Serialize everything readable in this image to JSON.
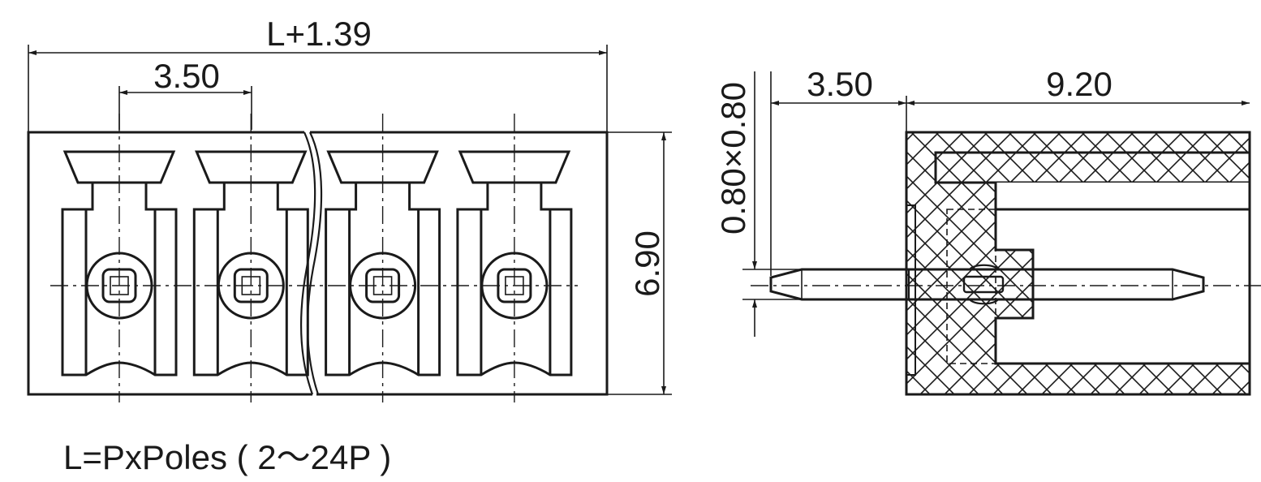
{
  "front_view": {
    "overall_dim": "L+1.39",
    "pitch_dim": "3.50",
    "height_dim": "6.90",
    "pole_count_shown": 4
  },
  "side_view": {
    "pin_dim": "0.80×0.80",
    "pin_offset_dim": "3.50",
    "depth_dim": "9.20"
  },
  "note": "L=PxPoles ( 2～24P )"
}
